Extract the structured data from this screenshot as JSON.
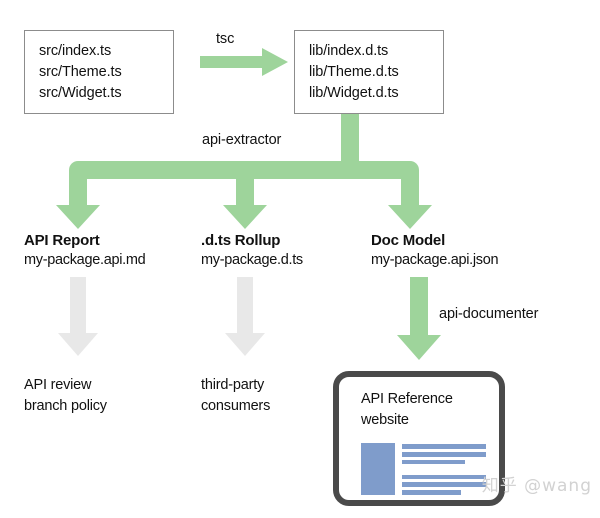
{
  "colors": {
    "green": "#9ed49b",
    "gray_arrow": "#e8e8e8",
    "box_border": "#8c8c8c",
    "card_border": "#4a4a4a",
    "mock_blue": "#7f9ccb",
    "background": "#ffffff",
    "text": "#111111",
    "watermark": "#d2d2d2"
  },
  "source_box": {
    "name": "source-files",
    "lines": [
      "src/index.ts",
      "src/Theme.ts",
      "src/Widget.ts"
    ]
  },
  "declaration_box": {
    "name": "declaration-files",
    "lines": [
      "lib/index.d.ts",
      "lib/Theme.d.ts",
      "lib/Widget.d.ts"
    ]
  },
  "edges": {
    "tsc": "tsc",
    "api_extractor": "api-extractor",
    "api_documenter": "api-documenter"
  },
  "artifacts": [
    {
      "title": "API Report",
      "file": "my-package.api.md"
    },
    {
      "title": ".d.ts Rollup",
      "file": "my-package.d.ts"
    },
    {
      "title": "Doc Model",
      "file": "my-package.api.json"
    }
  ],
  "consumers": [
    {
      "lines": [
        "API review",
        "branch policy"
      ]
    },
    {
      "lines": [
        "third-party",
        "consumers"
      ]
    }
  ],
  "website_card": {
    "title_lines": [
      "API Reference",
      "website"
    ],
    "mock_bars": [
      {
        "width_pct": 100
      },
      {
        "width_pct": 100
      },
      {
        "width_pct": 75
      },
      {
        "width_pct": 0
      },
      {
        "width_pct": 100
      },
      {
        "width_pct": 100
      },
      {
        "width_pct": 70
      }
    ]
  },
  "watermark": "知乎 @wang"
}
